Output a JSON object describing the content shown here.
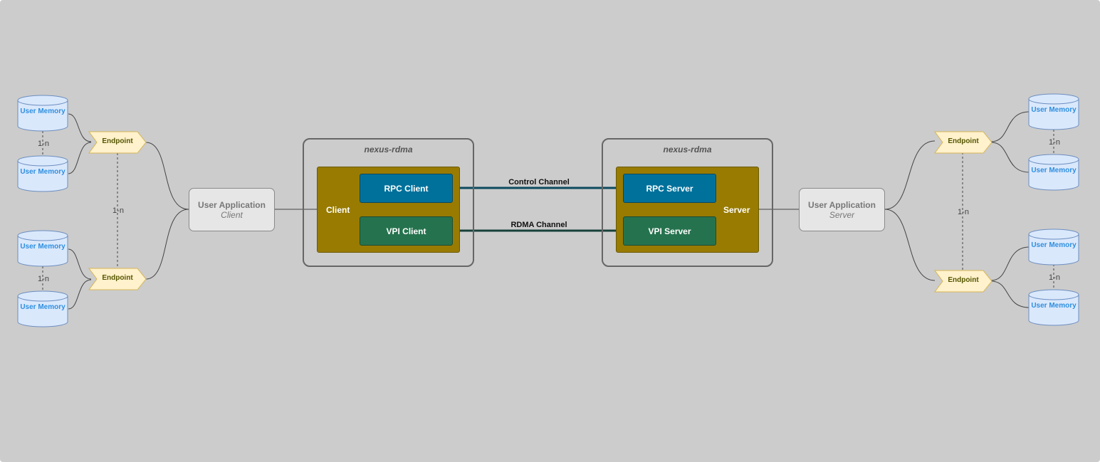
{
  "diagram": {
    "nexus_title": "nexus-rdma",
    "user_memory_label": "User Memory",
    "endpoint_label": "Endpoint",
    "multiplicity": "1-n",
    "client_app": {
      "title": "User Application",
      "role": "Client"
    },
    "server_app": {
      "title": "User Application",
      "role": "Server"
    },
    "client_core": {
      "label": "Client",
      "rpc": "RPC Client",
      "vpi": "VPI Client"
    },
    "server_core": {
      "label": "Server",
      "rpc": "RPC Server",
      "vpi": "VPI Server"
    },
    "channels": {
      "control": "Control Channel",
      "rdma": "RDMA Channel"
    },
    "colors": {
      "background": "#cccccc",
      "memory_fill": "#dae8fc",
      "memory_stroke": "#6c8ebf",
      "endpoint_fill": "#fff2cc",
      "endpoint_stroke": "#d6b656",
      "core_fill": "#987b00",
      "rpc_fill": "#00719b",
      "vpi_fill": "#25734e",
      "control_line": "#0b4a5e",
      "rdma_line": "#17403a"
    }
  }
}
